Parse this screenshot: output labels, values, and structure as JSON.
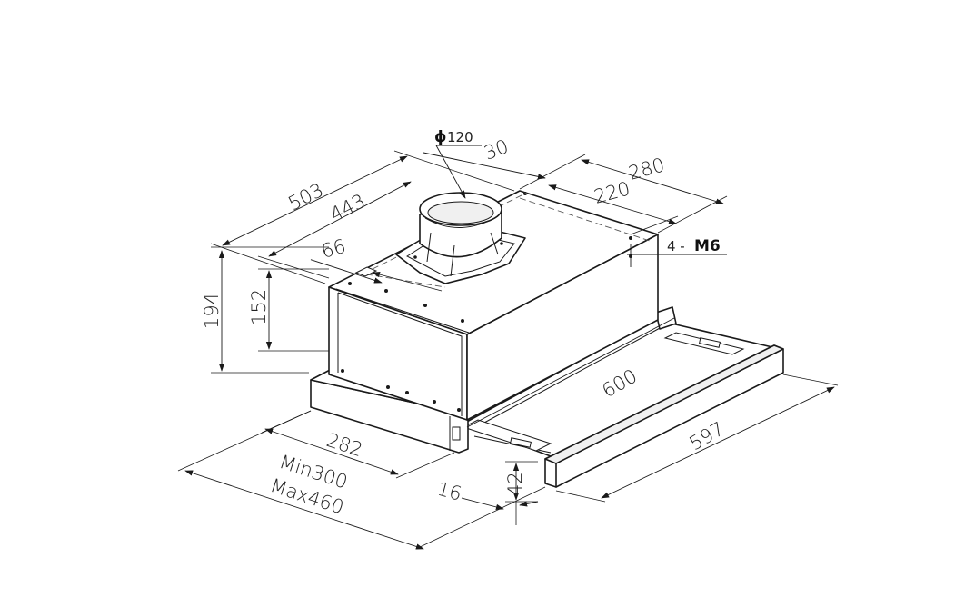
{
  "dimensions": {
    "d503": "503",
    "d443": "443",
    "d66": "66",
    "d194": "194",
    "d152": "152",
    "d120": "120",
    "phi": "ϕ",
    "d30": "30",
    "d280": "280",
    "d220": "220",
    "m6_prefix": "4 -",
    "m6": "M6",
    "d600": "600",
    "d597": "597",
    "d282": "282",
    "min": "Min300",
    "max": "Max460",
    "d16": "16",
    "d42": "42"
  }
}
